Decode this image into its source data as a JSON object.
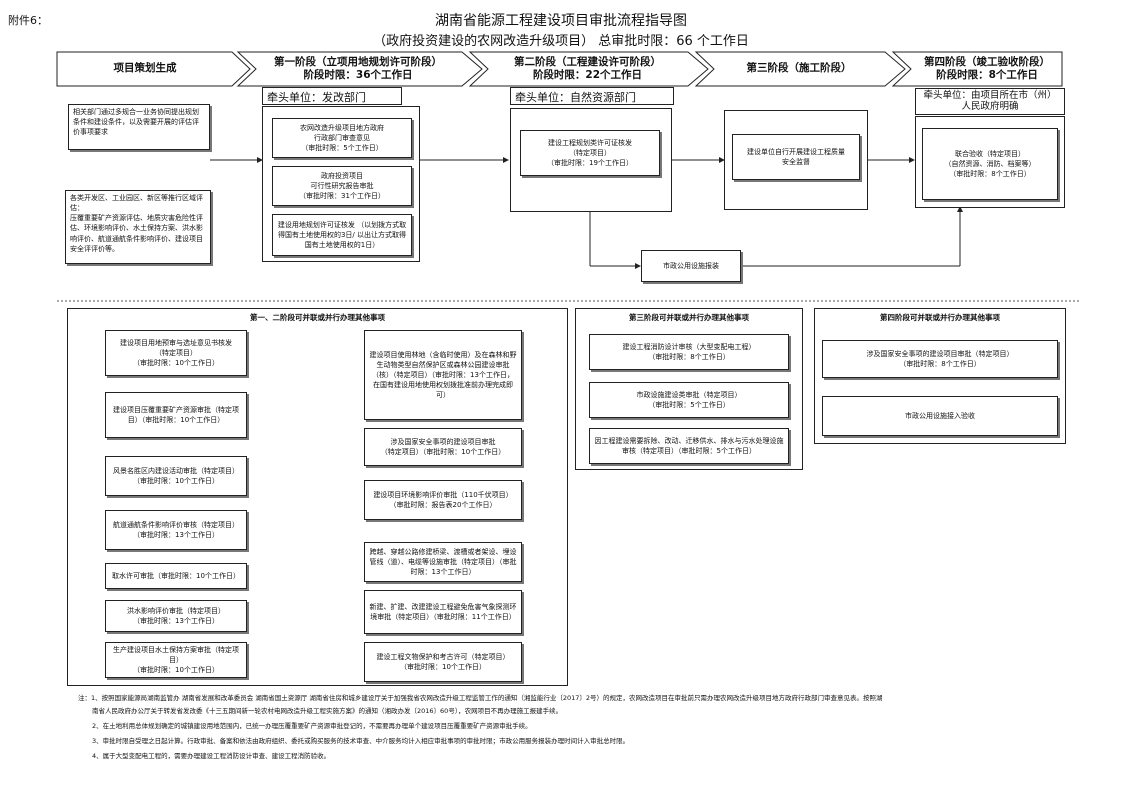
{
  "attachment_label": "附件6：",
  "title_line1": "湖南省能源工程建设项目审批流程指导图",
  "title_line2": "（政府投资建设的农网改造升级项目）   总审批时限：66 个工作日",
  "stages": {
    "s0": {
      "name": "项目策划生成"
    },
    "s1": {
      "name": "第一阶段（立项用地规划许可阶段）",
      "time": "阶段时限：36个工作日"
    },
    "s2": {
      "name": "第二阶段（工程建设许可阶段）",
      "time": "阶段时限：22个工作日"
    },
    "s3": {
      "name": "第三阶段（施工阶段）"
    },
    "s4": {
      "name": "第四阶段（竣工验收阶段）",
      "time": "阶段时限：8个工作日"
    }
  },
  "leads": {
    "s1": "牵头单位：发改部门",
    "s2": "牵头单位：自然资源部门",
    "s4": "牵头单位：由项目所在市（州）人民政府明确"
  },
  "plan_boxes": {
    "b1": "相关部门通过多规合一业务协同提出规划条件和建设条件，以及需要开展的评估评价事项要求",
    "b2": "各类开发区、工业园区、新区等推行区域评估：\n压覆重要矿产资源评估、地质灾害危险性评估、环境影响评价、水土保持方案、洪水影响评价、航道通航条件影响评价、建设项目安全评评价等。"
  },
  "s1_boxes": {
    "b1": "农网改造升级项目地方政府\n行政部门审查意见\n（审批时限：5个工作日）",
    "b2": "政府投资项目\n可行性研究报告审批\n（审批时限：31个工作日）",
    "b3": "建设用地规划许可证核发 （以划拨方式取得国有土地使用权的3日/ 以出让方式取得国有土地使用权的1日）"
  },
  "s2_box": "建设工程规划类许可证核发\n（特定项目）\n（审批时限：19个工作日）",
  "s3_box": "建设单位自行开展建设工程质量\n安全监督",
  "s4_box": "联合验收（特定项目）\n（自然资源、消防、档案等）\n（审批时限：8个工作日）",
  "municipal_box": "市政公用设施报装",
  "parallel12": {
    "title": "第一、二阶段可并联或并行办理其他事项",
    "left": [
      "建设项目用地预审与选址意见书核发\n（特定项目）\n（审批时限：10个工作日）",
      "建设项目压覆重要矿产资源审批（特定项目）（审批时限：10个工作日）",
      "风景名胜区内建设活动审批（特定项目）（审批时限：10个工作日）",
      "航道通航条件影响评价审核（特定项目）\n（审批时限：13个工作日）",
      "取水许可审批（审批时限：10个工作日）",
      "洪水影响评价审批（特定项目）\n（审批时限：13个工作日）",
      "生产建设项目水土保持方案审批（特定项目）\n（审批时限：10个工作日）"
    ],
    "right": [
      "建设项目使用林地（含临时使用）及在森林和野生动物类型自然保护区或森林公园建设审批（核）（特定项目）（审批时限：13个工作日，在国有建设用地使用权划拨批准前办理完成即可）",
      "涉及国家安全事项的建设项目审批\n（特定项目）（审批时限：10个工作日）",
      "建设项目环境影响评价审批（110千伏项目）\n（审批时限：报告表20个工作日）",
      "跨越、穿越公路修建桥梁、渡槽或者架设、埋设管线（道）、电缆等设施审批（特定项目）（审批时限：13个工作日）",
      "新建、扩建、改建建设工程避免危害气象探测环境审批（特定项目）（审批时限：11个工作日）",
      "建设工程文物保护和考古许可（特定项目）\n（审批时限：10个工作日）"
    ]
  },
  "parallel3": {
    "title": "第三阶段可并联或并行办理其他事项",
    "items": [
      "建设工程消防设计审核（大型变配电工程）\n（审批时限：8个工作日）",
      "市政设施建设类审批（特定项目）\n（审批时限：5个工作日）",
      "因工程建设需要拆除、改动、迁移供水、排水与污水处理设施审核（特定项目）（审批时限：5个工作日）"
    ]
  },
  "parallel4": {
    "title": "第四阶段可并联或并行办理其他事项",
    "items": [
      "涉及国家安全事项的建设项目审批（特定项目）\n（审批时限：8个工作日）",
      "市政公用设施接入验收"
    ]
  },
  "notes": [
    "注：1、按照国家能源局湖南监管办 湖南省发展和改革委员会 湖南省国土资源厅 湖南省住房和城乡建设厅关于加强我省农网改造升级工程监管工作的通知（湘监能行业〔2017〕2号）的规定，农网改造项目在审批前只需办理农网改造升级项目地方政府行政部门审查意见表。按照湖",
    "南省人民政府办公厅关于转发省发改委《十三五期间新一轮农村电网改造升级工程实施方案》的通知（湘政办发〔2016〕60号），农网项目不再办理施工报建手续。",
    "2、在土地利用总体规划确定的城镇建设用地范围内，已统一办理压覆重要矿产资源审批登记的，不需要再办理单个建设项目压覆重要矿产资源审批手续。",
    "3、审批时限自受理之日起计算。行政审批、备案和依法由政府组织、委托或购买服务的技术审查、中介服务均计入相应审批事项的审批时限；市政公用服务报装办理时间计入审批总时限。",
    "4、属于大型变配电工程的，需要办理建设工程消防设计审查、建设工程消防验收。"
  ]
}
